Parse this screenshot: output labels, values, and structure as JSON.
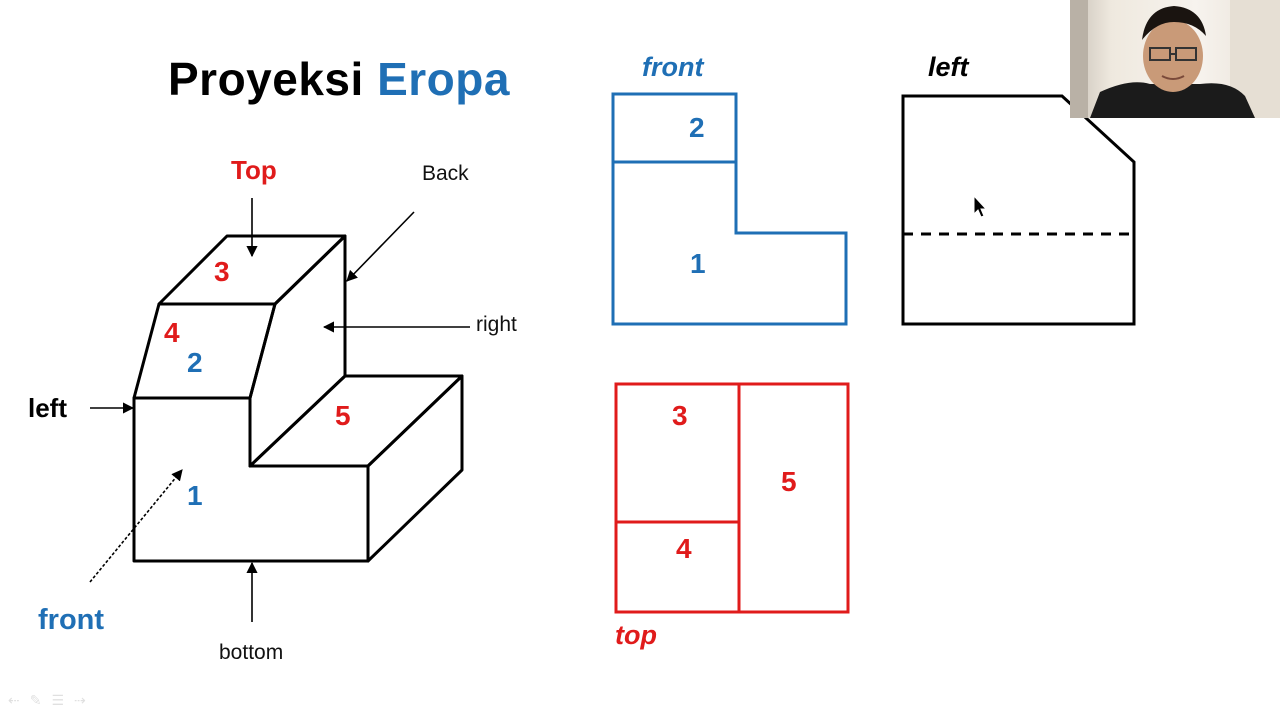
{
  "title": {
    "part1": "Proyeksi",
    "part2": "Eropa"
  },
  "iso_labels": {
    "top": "Top",
    "back": "Back",
    "right": "right",
    "left": "left",
    "front": "front",
    "bottom": "bottom",
    "face_3": "3",
    "face_4": "4",
    "face_2": "2",
    "face_5": "5",
    "face_1": "1"
  },
  "views": {
    "front": {
      "label": "front",
      "region_2": "2",
      "region_1": "1"
    },
    "left": {
      "label": "left"
    },
    "top": {
      "label": "top",
      "region_3": "3",
      "region_5": "5",
      "region_4": "4"
    }
  },
  "colors": {
    "blue": "#1f6fb5",
    "red": "#e01b1b",
    "black": "#000000"
  }
}
